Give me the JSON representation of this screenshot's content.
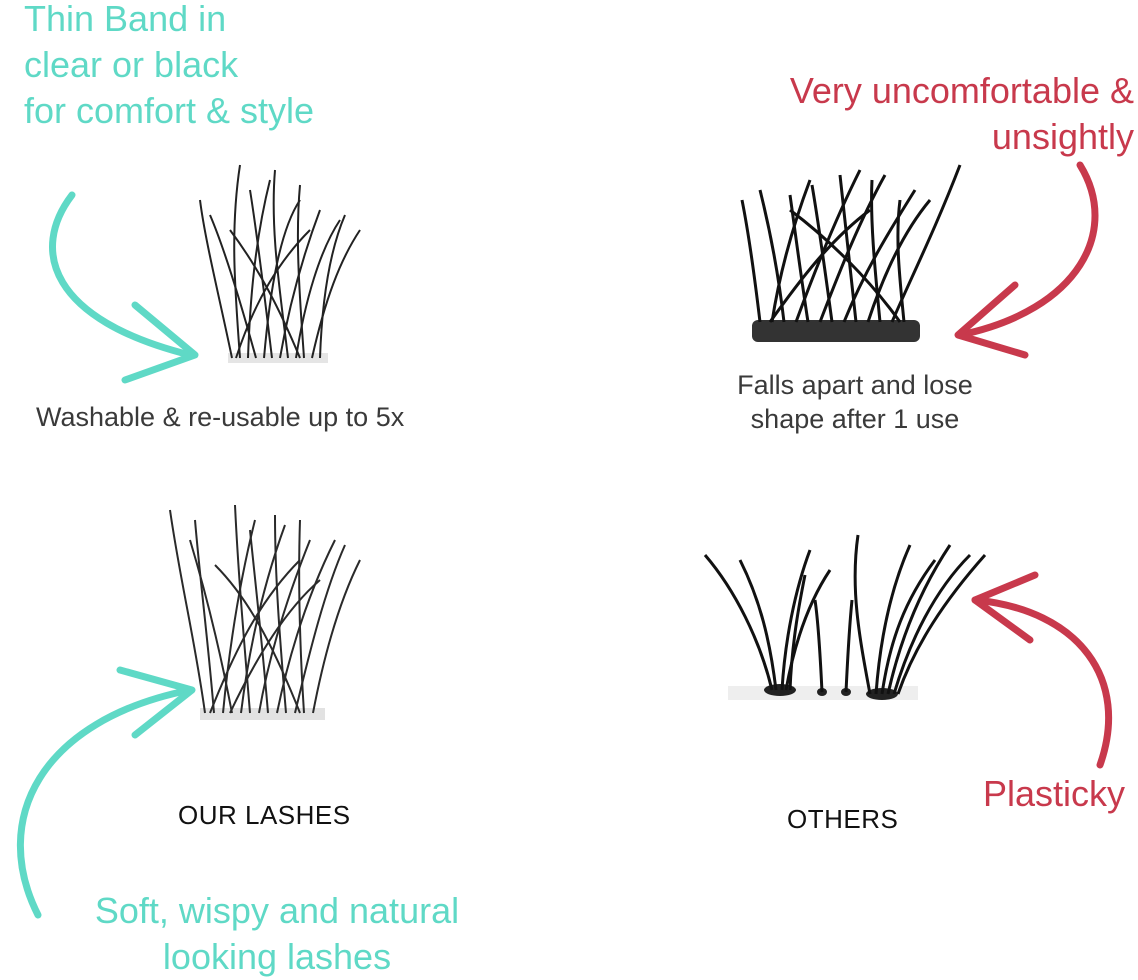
{
  "top_left_callout": {
    "lines": [
      "Thin Band in",
      "clear or black",
      "for comfort & style"
    ],
    "color": "#5fd9c6"
  },
  "top_right_callout": {
    "lines": [
      "Very uncomfortable &",
      "unsightly"
    ],
    "color": "#c8394c"
  },
  "our_note": "Washable & re-usable up to 5x",
  "other_note": {
    "lines": [
      "Falls apart and lose",
      "shape after 1 use"
    ]
  },
  "our_label": "OUR LASHES",
  "other_label": "OTHERS",
  "bottom_left_callout": {
    "lines": [
      "Soft, wispy and natural",
      "looking lashes"
    ],
    "color": "#5fd9c6"
  },
  "bottom_right_callout": "Plasticky",
  "icons": [
    "curved-arrow-teal-icon",
    "curved-arrow-red-icon"
  ]
}
